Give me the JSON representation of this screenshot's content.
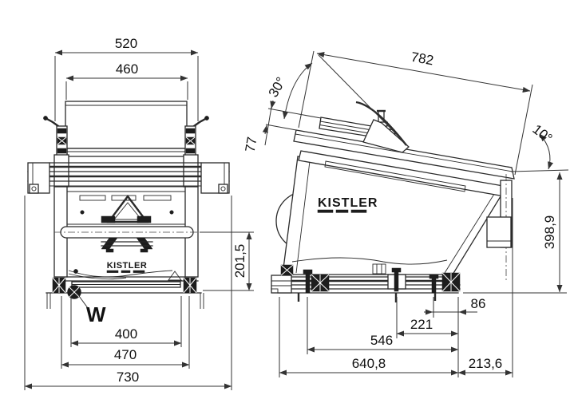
{
  "colors": {
    "line": "#2a2a2a",
    "dim": "#333333",
    "text": "#111111",
    "background": "#ffffff"
  },
  "front_view": {
    "logo": "KISTLER",
    "dim_width_clamps": "520",
    "dim_width_platform": "460",
    "dim_roller_height": "201,5",
    "wheel_label": "W",
    "dim_bolt_spacing": "400",
    "dim_foot_spacing": "470",
    "dim_total_width": "730"
  },
  "side_view": {
    "logo": "KISTLER",
    "dim_ramp_length": "782",
    "angle_lever": "30°",
    "dim_ramp_thickness": "77",
    "angle_surface": "10°",
    "dim_total_height": "398,9",
    "dim_offset_rear": "86",
    "dim_bolt_to_rear": "221",
    "dim_foot_span": "546",
    "dim_base_length": "640,8",
    "dim_overhang": "213,6"
  }
}
